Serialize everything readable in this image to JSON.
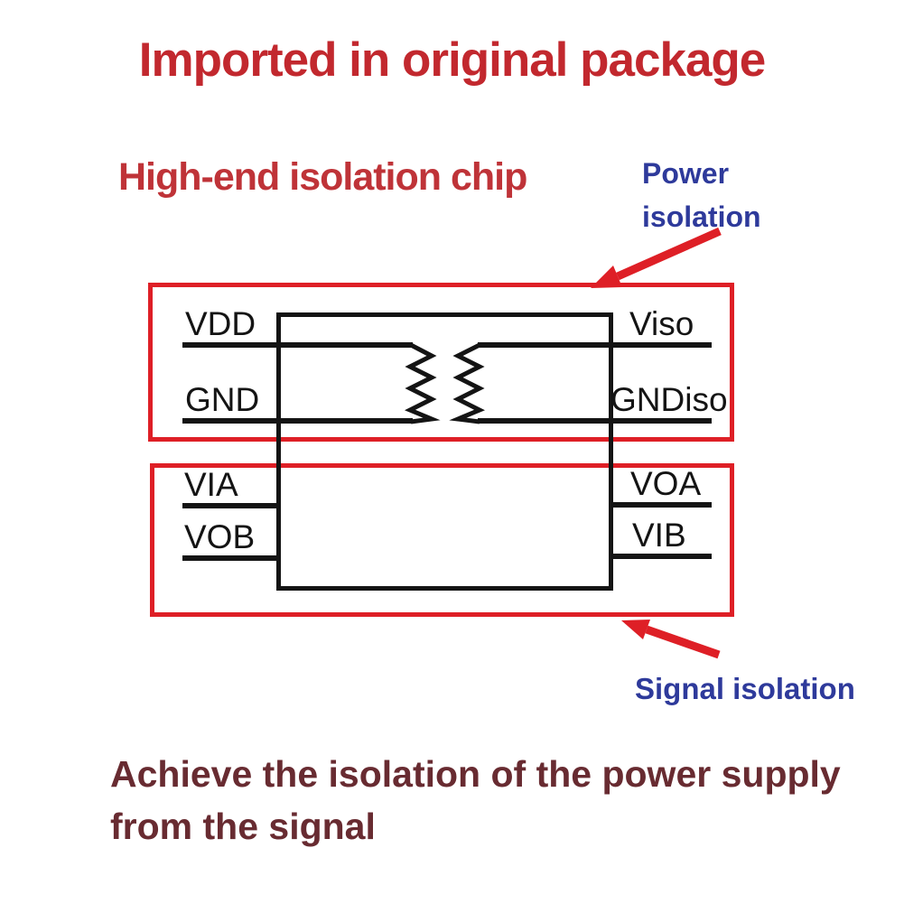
{
  "title": "Imported in original package",
  "subtitle": "High-end isolation chip",
  "annotations": {
    "power_isolation": "Power isolation",
    "signal_isolation": "Signal isolation"
  },
  "diagram": {
    "power_section": {
      "pins_left": [
        "VDD",
        "GND"
      ],
      "pins_right": [
        "Viso",
        "GNDiso"
      ]
    },
    "signal_section": {
      "pins_left": [
        "VIA",
        "VOB"
      ],
      "pins_right": [
        "VOA",
        "VIB"
      ]
    }
  },
  "caption": {
    "line1": "Achieve the isolation of the power supply",
    "line2": "from the signal"
  },
  "colors": {
    "background": "#ffffff",
    "title_red": "#c2282e",
    "subtitle_red": "#bf3338",
    "anno_blue": "#2e3a9b",
    "bright_red": "#de1f26",
    "line_black": "#141414",
    "caption_maroon": "#682b31"
  }
}
